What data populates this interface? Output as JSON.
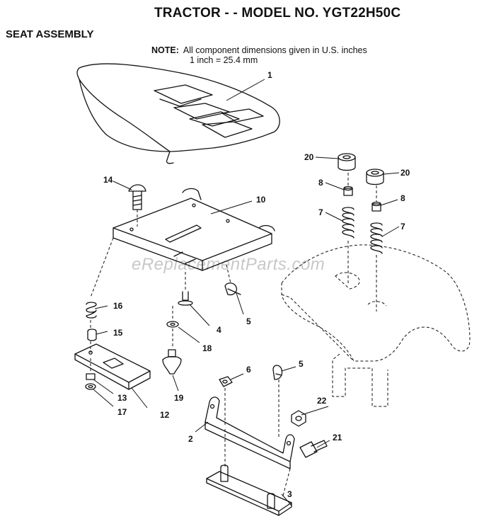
{
  "header": {
    "title": "TRACTOR - - MODEL NO. YGT22H50C",
    "section": "SEAT ASSEMBLY",
    "note_label": "NOTE:",
    "note_line1": "All component dimensions given in U.S. inches",
    "note_line2": "1 inch = 25.4 mm"
  },
  "watermark": "eReplacementParts.com",
  "callouts": {
    "c1": "1",
    "c2": "2",
    "c3": "3",
    "c4": "4",
    "c5a": "5",
    "c5b": "5",
    "c6": "6",
    "c7a": "7",
    "c7b": "7",
    "c8a": "8",
    "c8b": "8",
    "c10": "10",
    "c12": "12",
    "c13": "13",
    "c14": "14",
    "c15": "15",
    "c16": "16",
    "c17": "17",
    "c18": "18",
    "c19": "19",
    "c20a": "20",
    "c20b": "20",
    "c21": "21",
    "c22": "22"
  }
}
